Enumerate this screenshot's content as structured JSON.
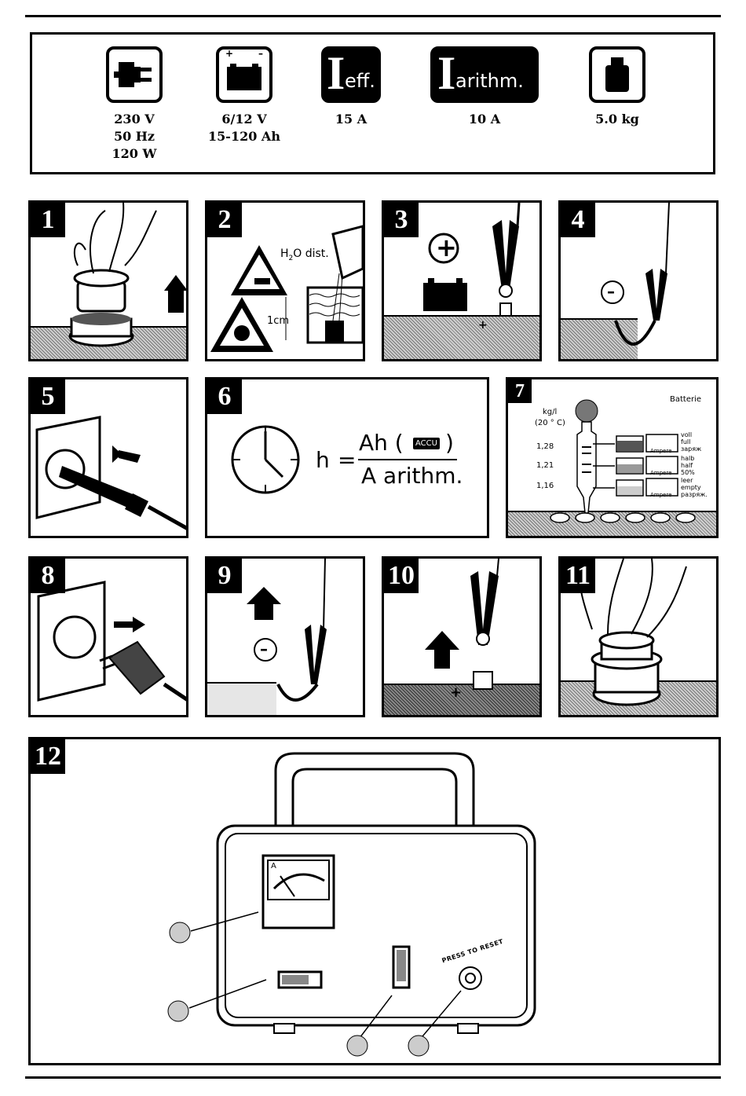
{
  "specs": [
    {
      "icon": "plug-icon",
      "text": "230 V\n50 Hz\n120 W"
    },
    {
      "icon": "battery-icon",
      "text": "6/12 V\n15-120 Ah",
      "battery_plus": "+",
      "battery_minus": "–"
    },
    {
      "icon": "current-eff-icon",
      "label_big": "I",
      "label_small": "eff.",
      "text": "15 A"
    },
    {
      "icon": "current-arithm-icon",
      "label_big": "I",
      "label_small": "arithm.",
      "text": "10 A"
    },
    {
      "icon": "weight-icon",
      "text": "5.0 kg"
    }
  ],
  "steps": {
    "s1": "1",
    "s2": "2",
    "s3": "3",
    "s4": "4",
    "s5": "5",
    "s6": "6",
    "s7": "7",
    "s8": "8",
    "s9": "9",
    "s10": "10",
    "s11": "11",
    "s12": "12"
  },
  "step2": {
    "h2o": "H2O dist.",
    "h2o_main": "H",
    "h2o_sub": "2",
    "h2o_rest": "O dist.",
    "level": "1cm"
  },
  "step6": {
    "h": "h",
    "eq": "=",
    "numerator_left": "Ah (",
    "numerator_right": ")",
    "accu": "ACCU",
    "denominator": "A arithm."
  },
  "step7": {
    "unit": "kg/l",
    "temp": "(20 ° C)",
    "title": "Batterie",
    "rows": [
      {
        "density": "1,28",
        "meter": "Ampere",
        "labels": [
          "voll",
          "full",
          "заряж"
        ]
      },
      {
        "density": "1,21",
        "meter": "Ampere",
        "labels": [
          "halb",
          "half",
          "50%"
        ]
      },
      {
        "density": "1,16",
        "meter": "Ampere",
        "labels": [
          "leer",
          "empty",
          "разряж."
        ]
      }
    ]
  },
  "step12": {
    "reset": "PRESS TO RESET",
    "meter_unit": "A"
  },
  "symbols": {
    "plus": "+",
    "minus": "–"
  }
}
